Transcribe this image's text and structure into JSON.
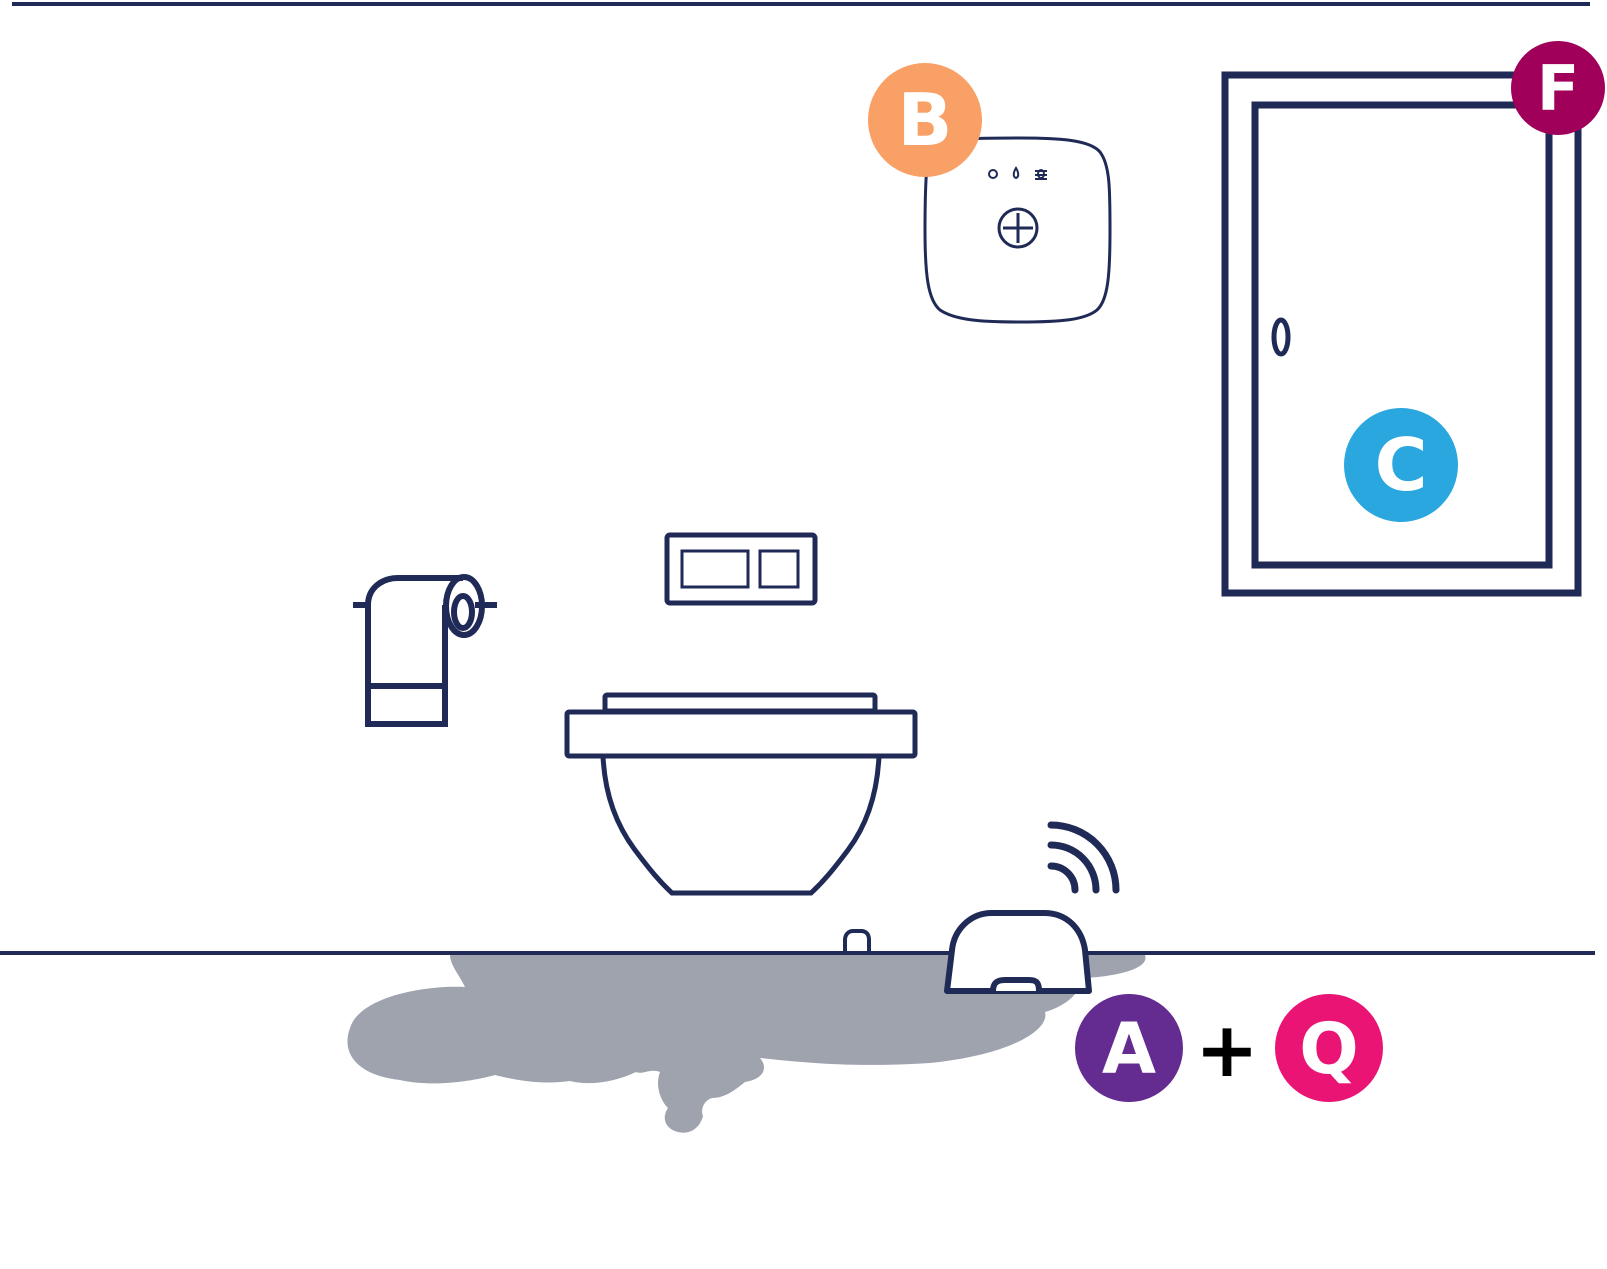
{
  "colors": {
    "outline": "#1f2a56",
    "water": "#9ea3ae",
    "badge_a": "#642b91",
    "badge_b": "#f9a066",
    "badge_c": "#2ba7e0",
    "badge_f": "#a0005a",
    "badge_q": "#ea1475"
  },
  "badges": {
    "a": "A",
    "b": "B",
    "c": "C",
    "f": "F",
    "q": "Q",
    "plus": "+"
  },
  "icons": {
    "hub": "smart-hub-icon",
    "door": "door-icon",
    "toilet": "toilet-icon",
    "toilet_paper": "toilet-paper-icon",
    "flush_plate": "flush-plate-icon",
    "leak_sensor": "water-leak-sensor-icon",
    "wireless": "wireless-signal-icon",
    "water_puddle": "water-puddle-icon"
  }
}
